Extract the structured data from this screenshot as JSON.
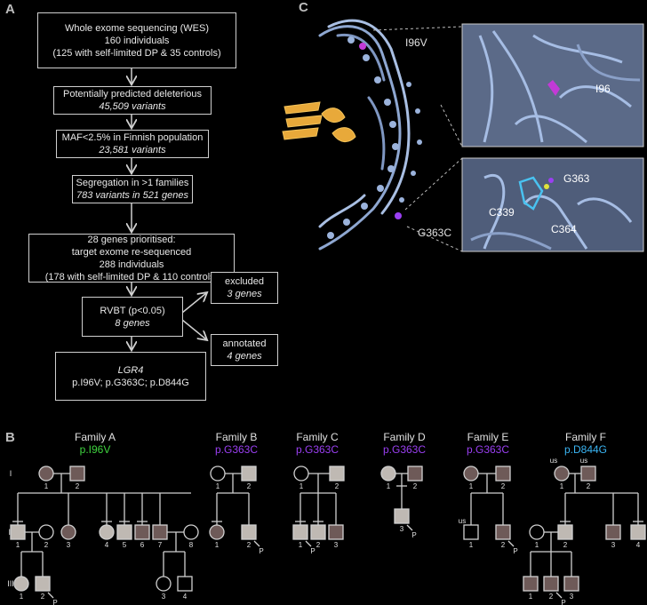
{
  "panels": {
    "a": "A",
    "b": "B",
    "c": "C"
  },
  "flow": {
    "box1": [
      "Whole exome sequencing (WES)",
      "160 individuals",
      "(125 with self-limited DP & 35 controls)"
    ],
    "box2": [
      "Potentially predicted deleterious",
      "45,509 variants"
    ],
    "box3": [
      "MAF<2.5% in Finnish population",
      "23,581 variants"
    ],
    "box4": [
      "Segregation in >1 families",
      "783 variants in 521 genes"
    ],
    "box5": [
      "28 genes prioritised:",
      "target exome re-sequenced",
      "288 individuals",
      "(178 with self-limited DP & 110 controls)"
    ],
    "box6": [
      "RVBT (p<0.05)",
      "8 genes"
    ],
    "excluded": [
      "excluded",
      "3 genes"
    ],
    "annotated": [
      "annotated",
      "4 genes"
    ],
    "box7": [
      "LGR4",
      "p.I96V; p.G363C; p.D844G"
    ]
  },
  "structure": {
    "label_i96v": "I96V",
    "label_g363c": "G363C",
    "zoom1": "I96",
    "zoom2_g363": "G363",
    "zoom2_c339": "C339",
    "zoom2_c364": "C364"
  },
  "families": [
    {
      "name": "Family A",
      "variant": "p.I96V",
      "color": "#3fd43f"
    },
    {
      "name": "Family B",
      "variant": "p.G363C",
      "color": "#9a3ff2"
    },
    {
      "name": "Family C",
      "variant": "p.G363C",
      "color": "#9a3ff2"
    },
    {
      "name": "Family D",
      "variant": "p.G363C",
      "color": "#9a3ff2"
    },
    {
      "name": "Family E",
      "variant": "p.G363C",
      "color": "#9a3ff2"
    },
    {
      "name": "Family F",
      "variant": "p.D844G",
      "color": "#3ab4f2"
    }
  ],
  "generations": [
    "I",
    "II",
    "III"
  ],
  "marks": {
    "proband": "P",
    "us": "us"
  },
  "colors": {
    "affected": "#6e5a58",
    "carrier": "#bfb9b3",
    "line": "#d0d0d0"
  }
}
